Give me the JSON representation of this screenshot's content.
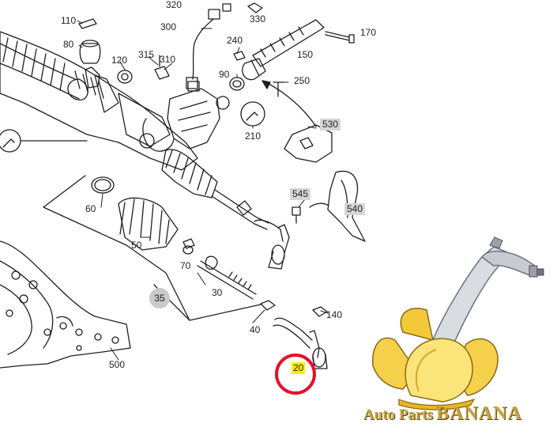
{
  "labels": {
    "p110": "110",
    "p80": "80",
    "p320": "320",
    "p300": "300",
    "p330": "330",
    "p170": "170",
    "p240": "240",
    "p150": "150",
    "p315": "315",
    "p310": "310",
    "p120": "120",
    "p90": "90",
    "p250": "250",
    "p530": "530",
    "p210": "210",
    "p545": "545",
    "p540": "540",
    "p60": "60",
    "p50": "50",
    "p70": "70",
    "p30": "30",
    "p35": "35",
    "p140": "140",
    "p40": "40",
    "p20": "20",
    "p500": "500"
  },
  "highlight": {
    "part": "20",
    "ring_color": "#e8102a",
    "marker_color": "#ffee00"
  },
  "brand": {
    "line1": "Auto Parts",
    "line2": "BANANA",
    "color": "#caa23a"
  },
  "colors": {
    "linework": "#1f1f1f",
    "background": "#ffffff",
    "callout_box": "#d6d6d6"
  }
}
